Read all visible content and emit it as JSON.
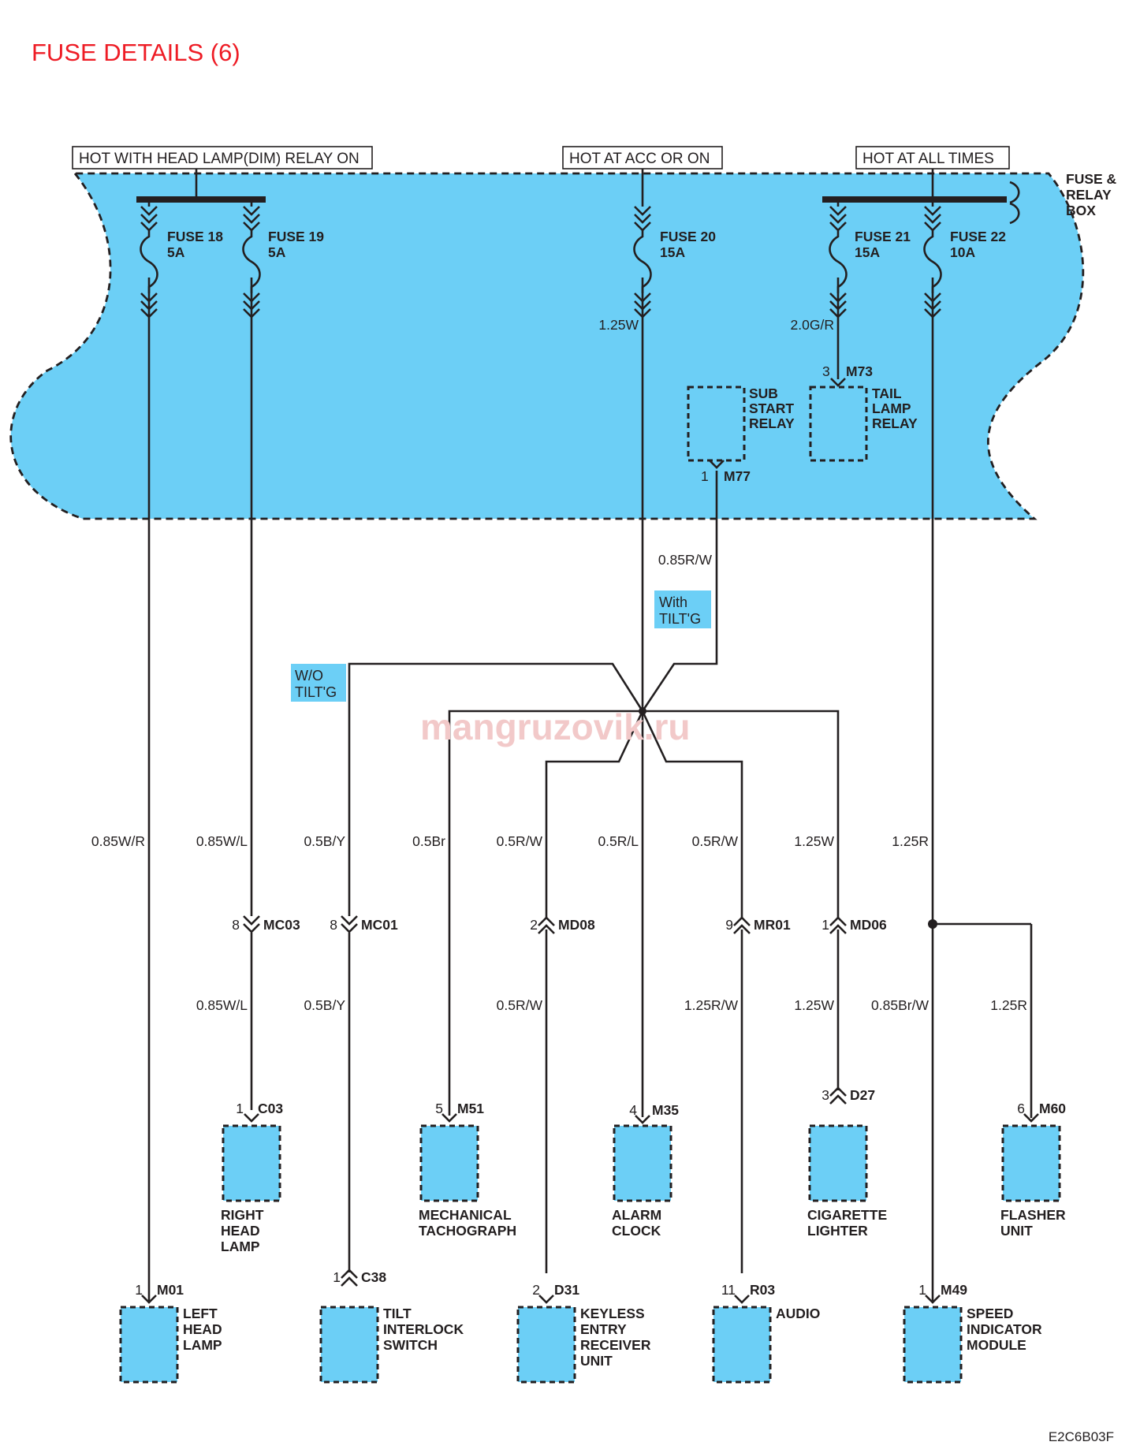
{
  "title": "FUSE DETAILS (6)",
  "image_code": "E2C6B03F",
  "watermark": "mangruzovik.ru",
  "box_label": [
    "FUSE &",
    "RELAY",
    "BOX"
  ],
  "power_headers": {
    "dim": "HOT WITH HEAD LAMP(DIM) RELAY ON",
    "acc": "HOT AT ACC OR ON",
    "all": "HOT AT ALL TIMES"
  },
  "fuses": [
    {
      "name": "FUSE 18",
      "rating": "5A"
    },
    {
      "name": "FUSE 19",
      "rating": "5A"
    },
    {
      "name": "FUSE 20",
      "rating": "15A"
    },
    {
      "name": "FUSE 21",
      "rating": "15A"
    },
    {
      "name": "FUSE 22",
      "rating": "10A"
    }
  ],
  "relays": {
    "sub_start": {
      "lines": [
        "SUB",
        "START",
        "RELAY"
      ],
      "pin": "1",
      "connector": "M77"
    },
    "tail_lamp": {
      "lines": [
        "TAIL",
        "LAMP",
        "RELAY"
      ],
      "pin": "3",
      "connector": "M73"
    }
  },
  "options": {
    "with_tilt": [
      "With",
      "TILT'G"
    ],
    "wo_tilt": [
      "W/O",
      "TILT'G"
    ]
  },
  "wires": {
    "fuse20_out": "1.25W",
    "fuse21_out": "2.0G/R",
    "sub_start_out": "0.85R/W",
    "left_head": "0.85W/R",
    "right_head_upper": "0.85W/L",
    "right_head_lower": "0.85W/L",
    "tilt_upper": "0.5B/Y",
    "tilt_lower": "0.5B/Y",
    "tacho": "0.5Br",
    "keyless_upper": "0.5R/W",
    "keyless_lower": "0.5R/W",
    "clock": "0.5R/L",
    "audio_upper": "0.5R/W",
    "audio_lower": "1.25R/W",
    "cig_upper": "1.25W",
    "cig_lower": "1.25W",
    "fuse22_out": "1.25R",
    "speed": "0.85Br/W",
    "flasher": "1.25R"
  },
  "connectors": {
    "mc03": {
      "pin": "8",
      "name": "MC03"
    },
    "mc01": {
      "pin": "8",
      "name": "MC01"
    },
    "md08": {
      "pin": "2",
      "name": "MD08"
    },
    "mr01": {
      "pin": "9",
      "name": "MR01"
    },
    "md06": {
      "pin": "1",
      "name": "MD06"
    },
    "d27": {
      "pin": "3",
      "name": "D27"
    },
    "c38": {
      "pin": "1",
      "name": "C38"
    }
  },
  "components": {
    "right_head": {
      "pin": "1",
      "connector": "C03",
      "lines": [
        "RIGHT",
        "HEAD",
        "LAMP"
      ]
    },
    "tacho": {
      "pin": "5",
      "connector": "M51",
      "lines": [
        "MECHANICAL",
        "TACHOGRAPH"
      ]
    },
    "clock": {
      "pin": "4",
      "connector": "M35",
      "lines": [
        "ALARM",
        "CLOCK"
      ]
    },
    "cigarette": {
      "lines": [
        "CIGARETTE",
        "LIGHTER"
      ]
    },
    "flasher": {
      "pin": "6",
      "connector": "M60",
      "lines": [
        "FLASHER",
        "UNIT"
      ]
    },
    "left_head": {
      "pin": "1",
      "connector": "M01",
      "lines": [
        "LEFT",
        "HEAD",
        "LAMP"
      ]
    },
    "tilt": {
      "lines": [
        "TILT",
        "INTERLOCK",
        "SWITCH"
      ]
    },
    "keyless": {
      "pin": "2",
      "connector": "D31",
      "lines": [
        "KEYLESS",
        "ENTRY",
        "RECEIVER",
        "UNIT"
      ]
    },
    "audio": {
      "pin": "11",
      "connector": "R03",
      "lines": [
        "AUDIO"
      ]
    },
    "speed": {
      "pin": "1",
      "connector": "M49",
      "lines": [
        "SPEED",
        "INDICATOR",
        "MODULE"
      ]
    }
  },
  "colors": {
    "box_fill": "#6ccff6",
    "title": "#ee1c25",
    "line": "#231f20"
  }
}
